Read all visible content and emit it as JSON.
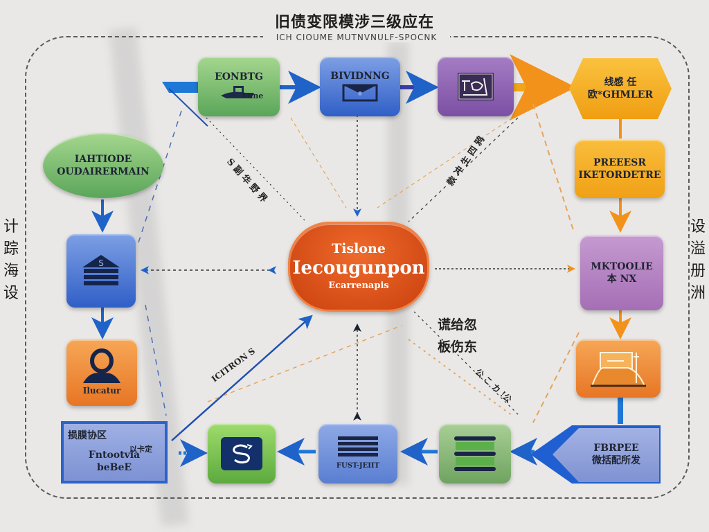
{
  "header": {
    "title": "旧债变限模涉三级应在",
    "subtitle": "ICH CIOUME MUTNVNULF-SPOCNK"
  },
  "side_labels": {
    "left": [
      "计",
      "踪",
      "海",
      "设"
    ],
    "right": [
      "设",
      "溢",
      "册",
      "洲"
    ]
  },
  "nodes": {
    "top_green": {
      "label": "EONBTG",
      "caption": "Lune",
      "icon": "ship-icon"
    },
    "top_blue": {
      "label": "BIVIDNNG",
      "icon": "envelope-icon"
    },
    "top_purple": {
      "icon": "whiteboard-icon"
    },
    "top_hexagon": {
      "line1": "线感 任",
      "line2": "欧*GHMLER"
    },
    "left_ellipse": {
      "line1": "IAHTIODE",
      "line2": "OUDAIRERMAIN"
    },
    "left_blue": {
      "icon": "bank-icon"
    },
    "left_orange": {
      "caption": "Ilucatur",
      "icon": "user-icon"
    },
    "right_amber": {
      "line1": "PREEESR",
      "line2": "IKETORDETRE"
    },
    "right_violet": {
      "line1": "MKTOOLIE",
      "line2": "本 NX"
    },
    "right_orange": {
      "icon": "folder-icon"
    },
    "center": {
      "line1": "Tislone",
      "line2": "Iecougunpon",
      "line3": "Ecarrenapis"
    },
    "bottom_left_box": {
      "line1": "损膜协区",
      "line2": "Fntootvia",
      "line3": "beBeE",
      "note": "以卡定"
    },
    "bottom_green_icon": {
      "icon": "sync-icon"
    },
    "bottom_blue": {
      "caption": "FUST-JEIIT",
      "icon": "server-icon"
    },
    "bottom_green_list": {
      "icon": "list-icon"
    },
    "bottom_right_arrow": {
      "line1": "FBRPEE",
      "line2": "微括配所发"
    }
  },
  "edge_labels": {
    "left_diagonal": "S 副 华 野 界",
    "right_diagonal": "款 冲 生 四 鸦",
    "bottom_diagonal": "ICITRON S",
    "center_right_1": "谎给忽",
    "center_right_2": "板伤东",
    "lower_right_diagonal": "公 こ カ !公"
  }
}
